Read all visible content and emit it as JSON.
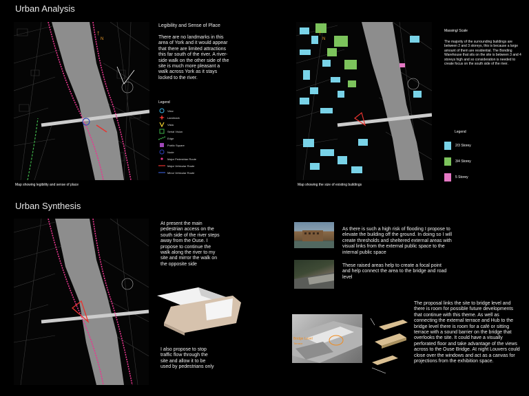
{
  "urban_analysis": {
    "title": "Urban Analysis",
    "legibility": {
      "heading": "Legibility and Sense of Place",
      "body": "There are no landmarks in this area of York and it would appear that there are limited attractions this far south of the river. A river-side walk on the other side of the site is much more pleasant a walk across York as it stays locked to the river.",
      "legend_title": "Legend",
      "legend": [
        {
          "label": "View",
          "icon": "view-icon",
          "color": "#39b6e8"
        },
        {
          "label": "Landmark",
          "icon": "landmark-icon",
          "color": "#e8332f"
        },
        {
          "label": "Vista",
          "icon": "vista-icon",
          "color": "#f2d230"
        },
        {
          "label": "Serial Vision",
          "icon": "serial-vision-icon",
          "color": "#3fb54a"
        },
        {
          "label": "Edge",
          "icon": "edge-icon",
          "color": "#3fb54a"
        },
        {
          "label": "Public Square",
          "icon": "public-square-icon",
          "color": "#a047b8"
        },
        {
          "label": "Node",
          "icon": "node-icon",
          "color": "#2c3fb8"
        },
        {
          "label": "Major Pedestrian Route",
          "icon": "pedestrian-route-icon",
          "color": "#e8368f"
        },
        {
          "label": "Major Vehicular Route",
          "icon": "vehicular-route-icon",
          "color": "#e8332f"
        },
        {
          "label": "Minor Vehicular Route",
          "icon": "minor-vehicular-route-icon",
          "color": "#3458c8"
        }
      ],
      "caption": "Map showing legibility and sense of place",
      "north_label": "N"
    },
    "massing": {
      "heading": "Massing/ Scale",
      "body": "The majority of the surrounding buildings are between 2 and 3 storeys, this is because a large amount of them are residential. The Bonding Warehouse that sits on the site is between 3 and 4 storeys high and so consideration is needed to create focus on the south side of the river.",
      "legend_title": "Legend",
      "legend": [
        {
          "label": "2/3 Storey",
          "color": "#79d3e8"
        },
        {
          "label": "3/4 Storey",
          "color": "#7cc35c"
        },
        {
          "label": "5 Storey",
          "color": "#e478c4"
        }
      ],
      "caption": "Map showing the size of existing buildings",
      "north_label": "N"
    }
  },
  "urban_synthesis": {
    "title": "Urban Synthesis",
    "text1": "At present the main pedestrian access on the south side of the river steps away from the Ouse. I propose to continue the walk along the river to my site and mirror the walk on the opposite side",
    "text2": "I also propose to stop traffic flow through the site and allow it to be used by pedestrians only",
    "flood_text": "As there is such a high risk of flooding I propose to elevate the building off the ground. In doing so I will create thresholds and sheltered external areas with visual links from the external public space to the internal public space",
    "raised_text": "These raised areas help to create a focal point and help connect the area to the bridge and road level",
    "proposal_text": "The proposal links the site to bridge level and there is room for possible future developments that continue with this theme. As well as connecting the external terrace and Hub to the bridge level there is room for a café or sitting terrace with a sound barrier on the bridge that overlooks the site. It could have a visually perforated floor and take advantage of the views across to the Ouse Bridge. At night Louvers could close over the windows and act as a canvas for projections from the exhibition space.",
    "sketch_label": "Bridge Level",
    "sketch_sublabel": "Terrace"
  }
}
